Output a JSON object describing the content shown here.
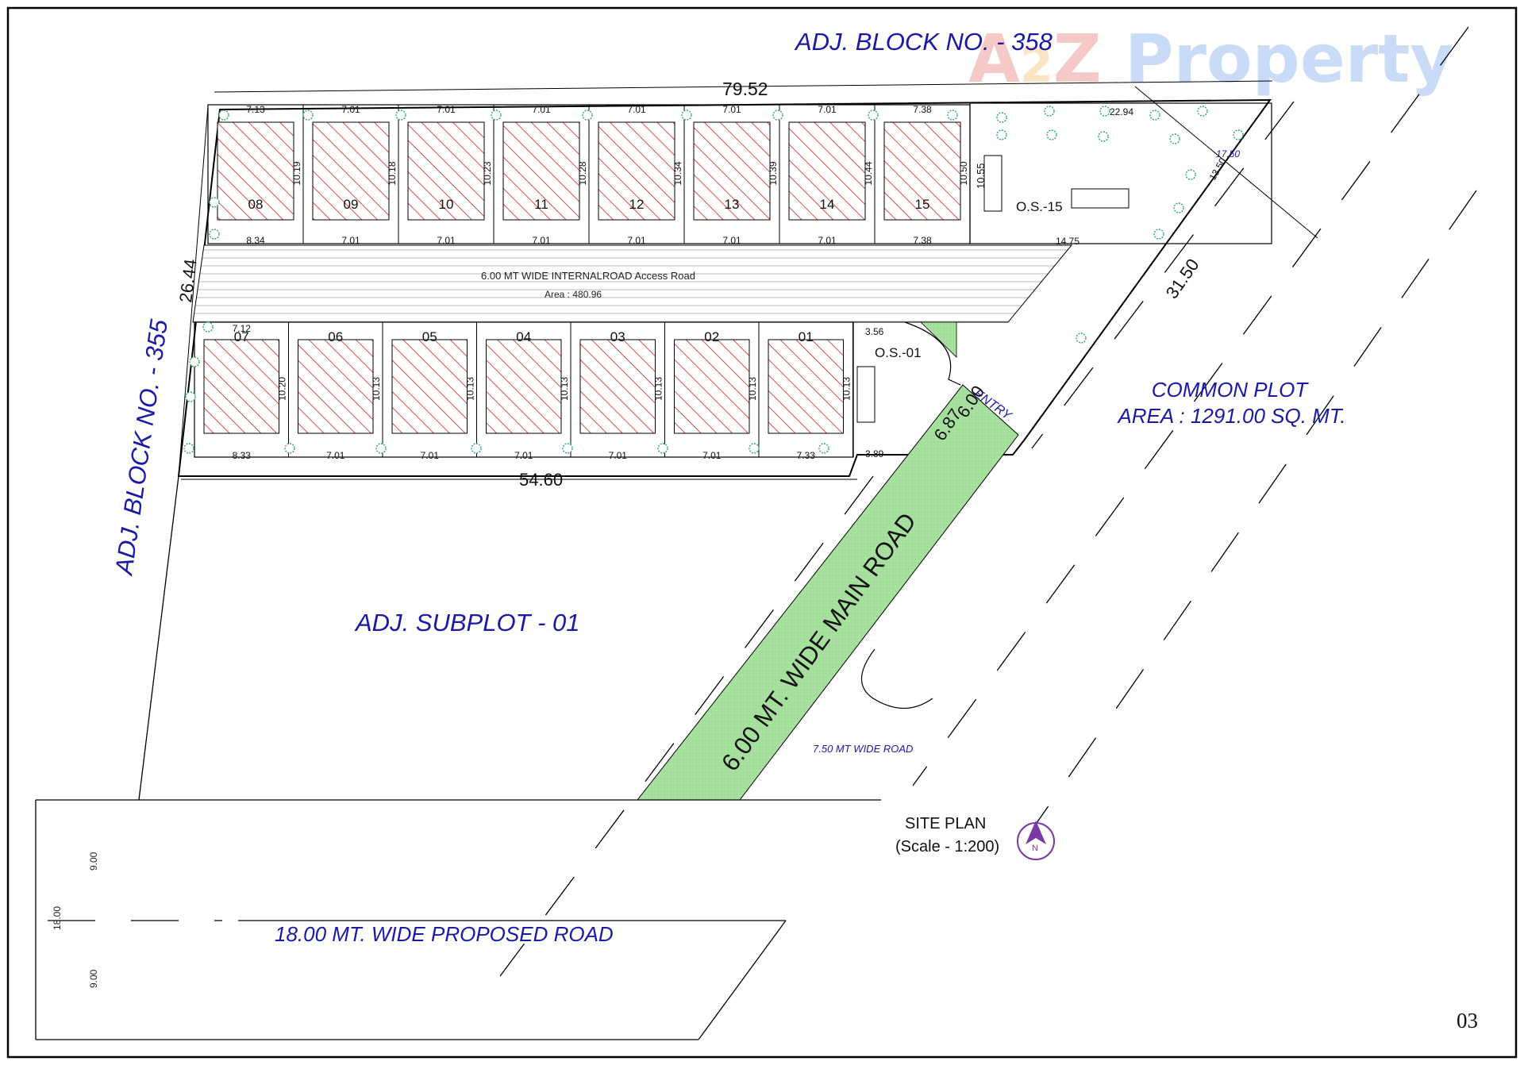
{
  "labels": {
    "adj_block_358": "ADJ. BLOCK  NO. - 358",
    "adj_block_355": "ADJ. BLOCK NO. - 355",
    "adj_subplot": "ADJ. SUBPLOT - 01",
    "common_plot_1": "COMMON PLOT",
    "common_plot_2": "AREA : 1291.00 SQ. MT.",
    "main_road": "6.00 MT. WIDE MAIN ROAD",
    "proposed_road": "18.00 MT. WIDE PROPOSED ROAD",
    "wide_road_750": "7.50 MT WIDE ROAD",
    "internal_road": "6.00 MT WIDE INTERNALROAD Access Road",
    "internal_area": "Area : 480.96",
    "entry": "ENTRY",
    "os_15": "O.S.-15",
    "os_01": "O.S.-01",
    "site_plan_1": "SITE PLAN",
    "site_plan_2": "(Scale - 1:200)",
    "page_no": "03",
    "watermark_a": "A",
    "watermark_2": "2",
    "watermark_z": "Z",
    "watermark_property": " Property",
    "north": "N"
  },
  "dimensions": {
    "top_width": "79.52",
    "left_height": "26.44",
    "right_slant": "31.50",
    "bottom_row_width": "54.60",
    "entry_width": "6.00",
    "entry_diag": "6.87",
    "os15_top": "22.94",
    "os15_bottom": "14.75",
    "os15_height": "10.55",
    "os15_right_a": "17.50",
    "os15_right_b": "13.50",
    "os01_top": "3.56",
    "os01_bottom": "3.89",
    "road_9_a": "9.00",
    "road_9_b": "9.00",
    "road_18": "18.00"
  },
  "top_row": [
    {
      "no": "08",
      "top": "7.13",
      "bottom": "8.34",
      "side": "10.19"
    },
    {
      "no": "09",
      "top": "7.01",
      "bottom": "7.01",
      "side": "10.18"
    },
    {
      "no": "10",
      "top": "7.01",
      "bottom": "7.01",
      "side": "10.23"
    },
    {
      "no": "11",
      "top": "7.01",
      "bottom": "7.01",
      "side": "10.28"
    },
    {
      "no": "12",
      "top": "7.01",
      "bottom": "7.01",
      "side": "10.34"
    },
    {
      "no": "13",
      "top": "7.01",
      "bottom": "7.01",
      "side": "10.39"
    },
    {
      "no": "14",
      "top": "7.01",
      "bottom": "7.01",
      "side": "10.44"
    },
    {
      "no": "15",
      "top": "7.38",
      "bottom": "7.38",
      "side": "10.50"
    }
  ],
  "bottom_row": [
    {
      "no": "07",
      "top": "7.12",
      "bottom": "8.33",
      "side": "10.20"
    },
    {
      "no": "06",
      "top": "",
      "bottom": "7.01",
      "side": "10.13"
    },
    {
      "no": "05",
      "top": "",
      "bottom": "7.01",
      "side": "10.13"
    },
    {
      "no": "04",
      "top": "",
      "bottom": "7.01",
      "side": "10.13"
    },
    {
      "no": "03",
      "top": "",
      "bottom": "7.01",
      "side": "10.13"
    },
    {
      "no": "02",
      "top": "",
      "bottom": "7.01",
      "side": "10.13"
    },
    {
      "no": "01",
      "top": "",
      "bottom": "7.33",
      "side": "10.13"
    }
  ],
  "colors": {
    "plan_blue": "#1a1aa6",
    "road_green": "#a8e0a0",
    "hatch_red": "#d42020",
    "tree_green": "#2aa86a"
  }
}
